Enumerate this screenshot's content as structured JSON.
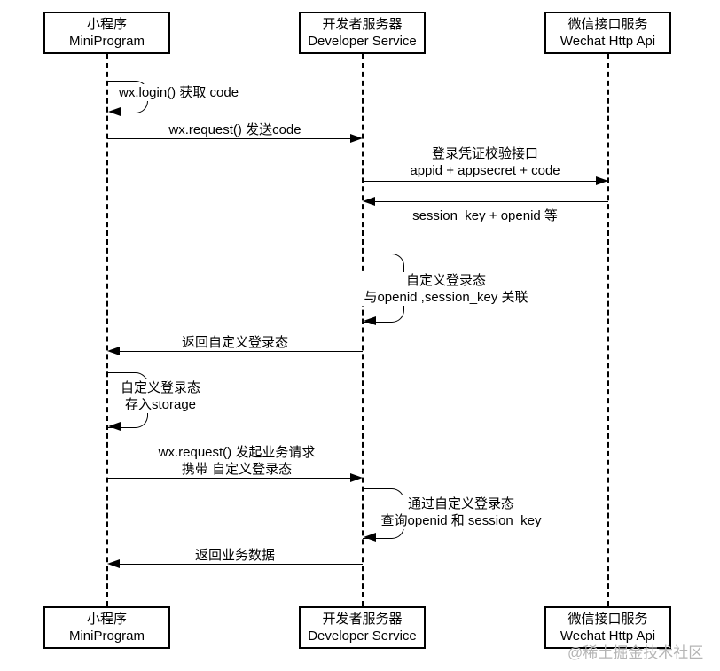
{
  "diagram": {
    "type": "sequence-diagram",
    "actors": [
      {
        "cn": "小程序",
        "en": "MiniProgram"
      },
      {
        "cn": "开发者服务器",
        "en": "Developer Service"
      },
      {
        "cn": "微信接口服务",
        "en": "Wechat Http Api"
      }
    ],
    "messages": [
      {
        "type": "self",
        "actor": "MiniProgram",
        "lines": [
          "wx.login() 获取 code"
        ]
      },
      {
        "type": "arrow",
        "from": "MiniProgram",
        "to": "Developer Service",
        "lines": [
          "wx.request() 发送code"
        ]
      },
      {
        "type": "arrow",
        "from": "Developer Service",
        "to": "Wechat Http Api",
        "lines": [
          "登录凭证校验接口",
          "appid + appsecret + code"
        ]
      },
      {
        "type": "arrow",
        "from": "Wechat Http Api",
        "to": "Developer Service",
        "lines": [
          "session_key + openid 等"
        ]
      },
      {
        "type": "self",
        "actor": "Developer Service",
        "lines": [
          "自定义登录态",
          "与openid ,session_key 关联"
        ]
      },
      {
        "type": "arrow",
        "from": "Developer Service",
        "to": "MiniProgram",
        "lines": [
          "返回自定义登录态"
        ]
      },
      {
        "type": "self",
        "actor": "MiniProgram",
        "lines": [
          "自定义登录态",
          "存入storage"
        ]
      },
      {
        "type": "arrow",
        "from": "MiniProgram",
        "to": "Developer Service",
        "lines": [
          "wx.request() 发起业务请求",
          "携带 自定义登录态"
        ]
      },
      {
        "type": "self",
        "actor": "Developer Service",
        "lines": [
          "通过自定义登录态",
          "查询openid 和 session_key"
        ]
      },
      {
        "type": "arrow",
        "from": "Developer Service",
        "to": "MiniProgram",
        "lines": [
          "返回业务数据"
        ]
      }
    ],
    "watermark": "@稀土掘金技术社区",
    "colors": {
      "line": "#000000",
      "text": "#000000",
      "watermark": "#b5b5b5",
      "background": "#ffffff"
    }
  }
}
